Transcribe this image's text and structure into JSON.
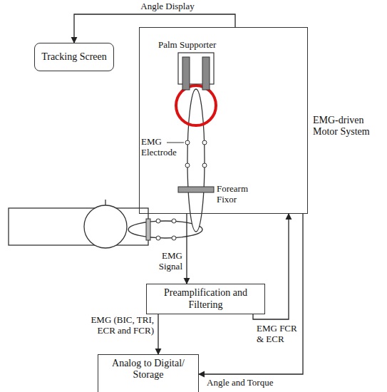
{
  "diagram": {
    "nodes": [
      {
        "text": [
          "Tracking Screen"
        ]
      },
      {
        "text": [
          "EMG-driven Motor System"
        ]
      },
      {
        "text": [
          "Preamplification and Filtering"
        ]
      },
      {
        "text": [
          "Analog to Digital/ Storage"
        ]
      }
    ],
    "edges": [
      {
        "from": 1,
        "to": 0,
        "arrow": "to",
        "label": "Angle Display"
      },
      {
        "from": 1,
        "to": 2,
        "arrow": "to",
        "label": "EMG Signal"
      },
      {
        "from": 2,
        "to": 3,
        "arrow": "to",
        "label": "EMG (BIC, TRI, ECR and FCR)"
      },
      {
        "from": 2,
        "to": 1,
        "arrow": "to",
        "label": "EMG FCR & ECR"
      },
      {
        "from": 1,
        "to": 3,
        "arrow": "to",
        "label": "Angle and Torque"
      }
    ],
    "labels": [
      "Palm Supporter",
      "EMG Electrode",
      "Forearm Fixor"
    ]
  }
}
